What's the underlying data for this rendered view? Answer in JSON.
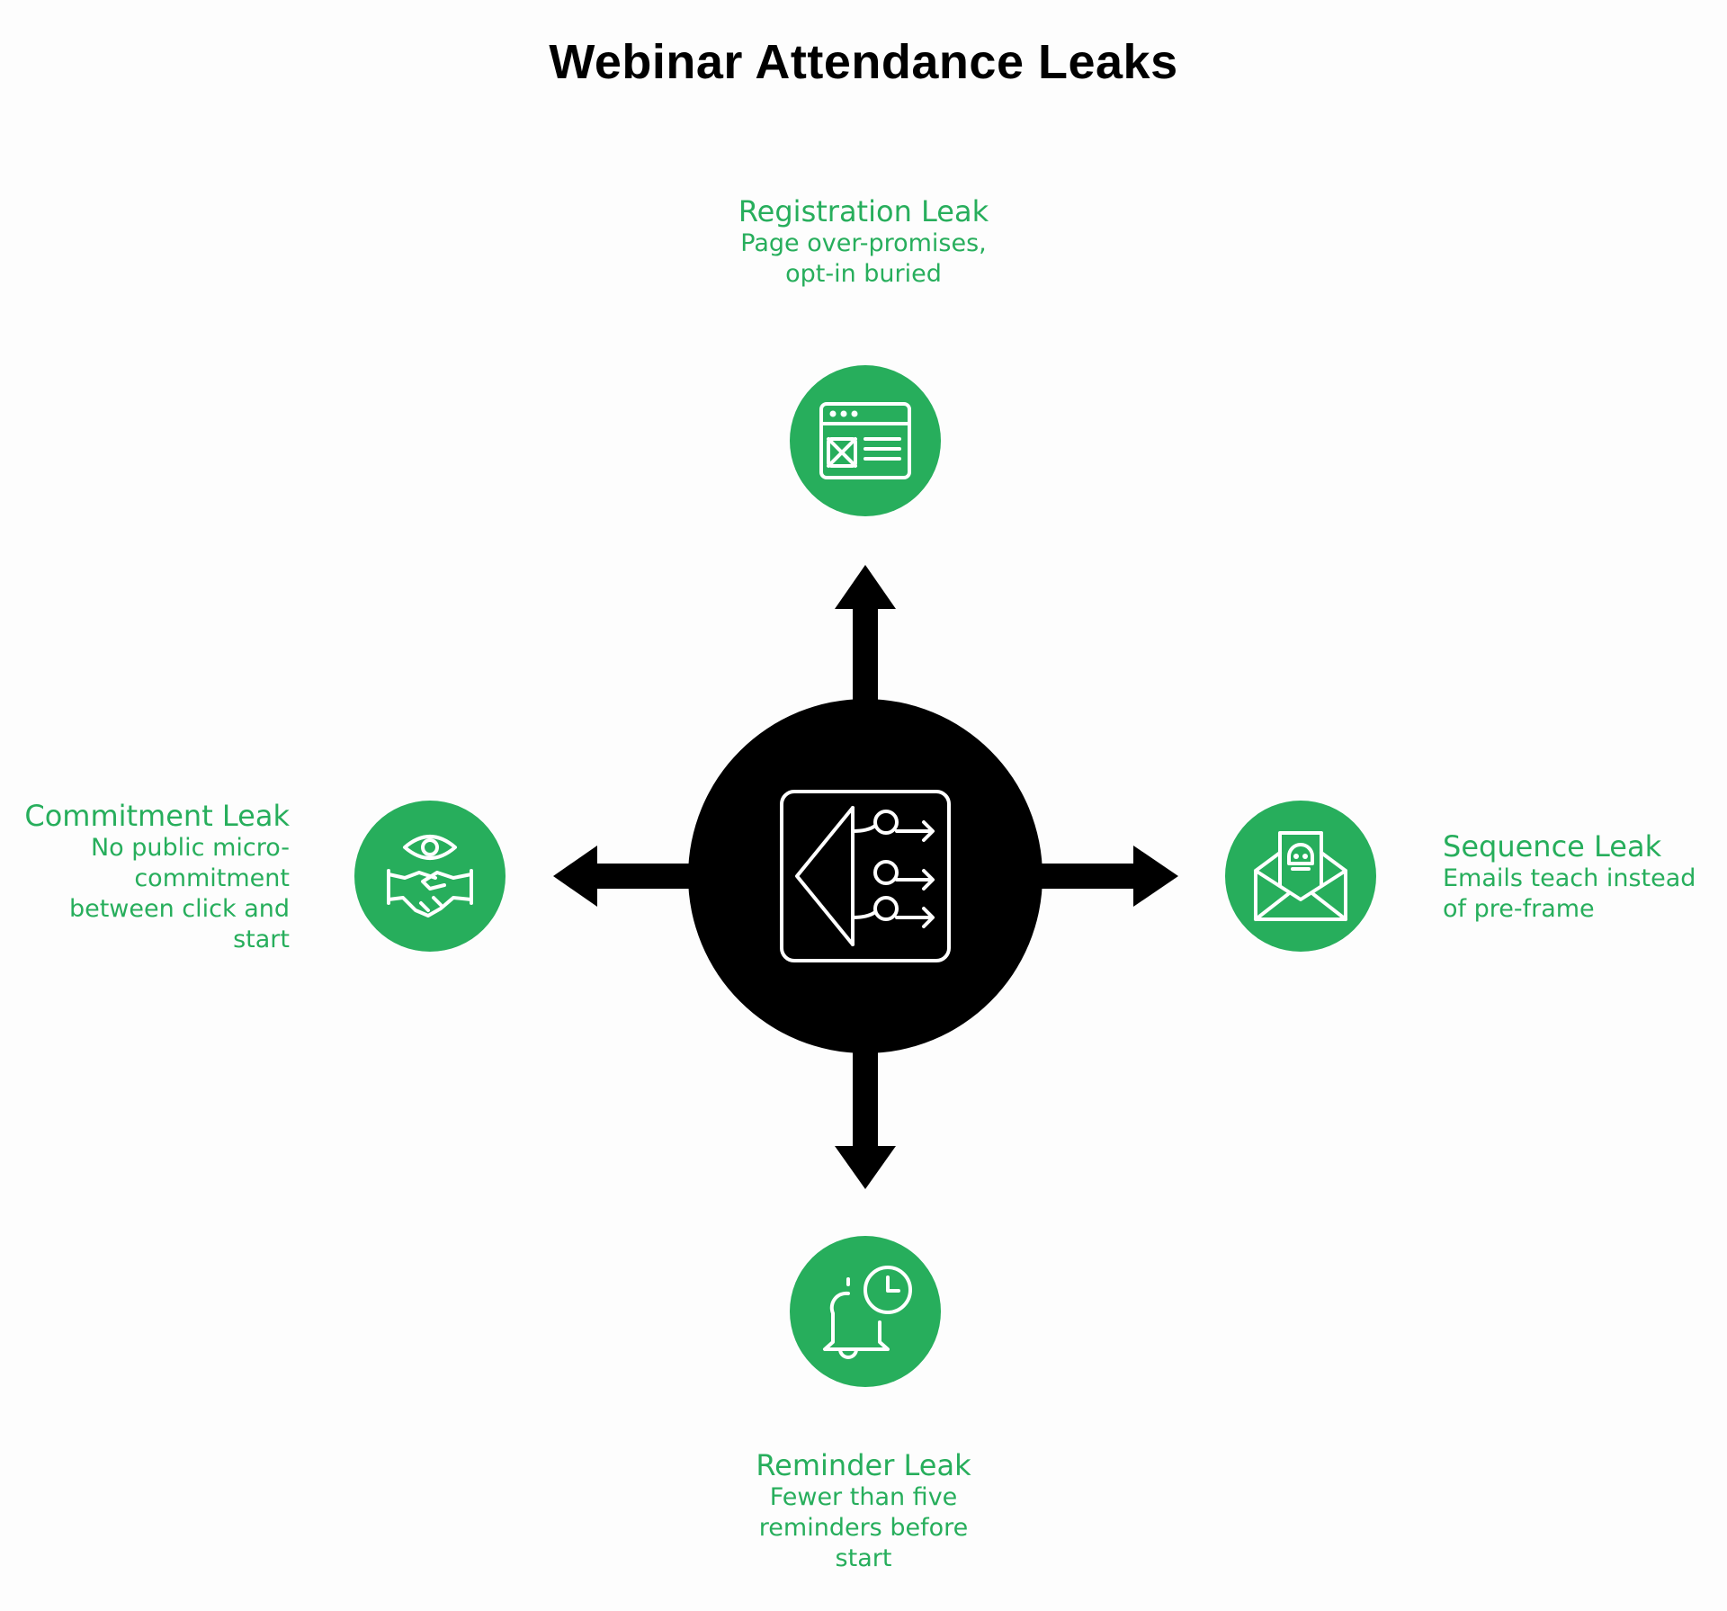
{
  "title": "Webinar Attendance Leaks",
  "colors": {
    "accent": "#27ae5c",
    "hub": "#000000",
    "icon_stroke": "#ffffff",
    "text_title": "#000000"
  },
  "hub": {
    "icon": "funnel-split-arrows-icon"
  },
  "leaks": {
    "registration": {
      "title": "Registration Leak",
      "desc_lines": [
        "Page over-promises,",
        "opt-in buried"
      ],
      "icon": "webpage-layout-icon"
    },
    "sequence": {
      "title": "Sequence Leak",
      "desc_lines": [
        "Emails teach instead",
        "of pre-frame"
      ],
      "icon": "envelope-skull-icon"
    },
    "reminder": {
      "title": "Reminder Leak",
      "desc_lines": [
        "Fewer than five",
        "reminders before",
        "start"
      ],
      "icon": "bell-clock-icon"
    },
    "commitment": {
      "title": "Commitment Leak",
      "desc_lines": [
        "No public micro-",
        "commitment",
        "between click and",
        "start"
      ],
      "icon": "eye-handshake-icon"
    }
  }
}
